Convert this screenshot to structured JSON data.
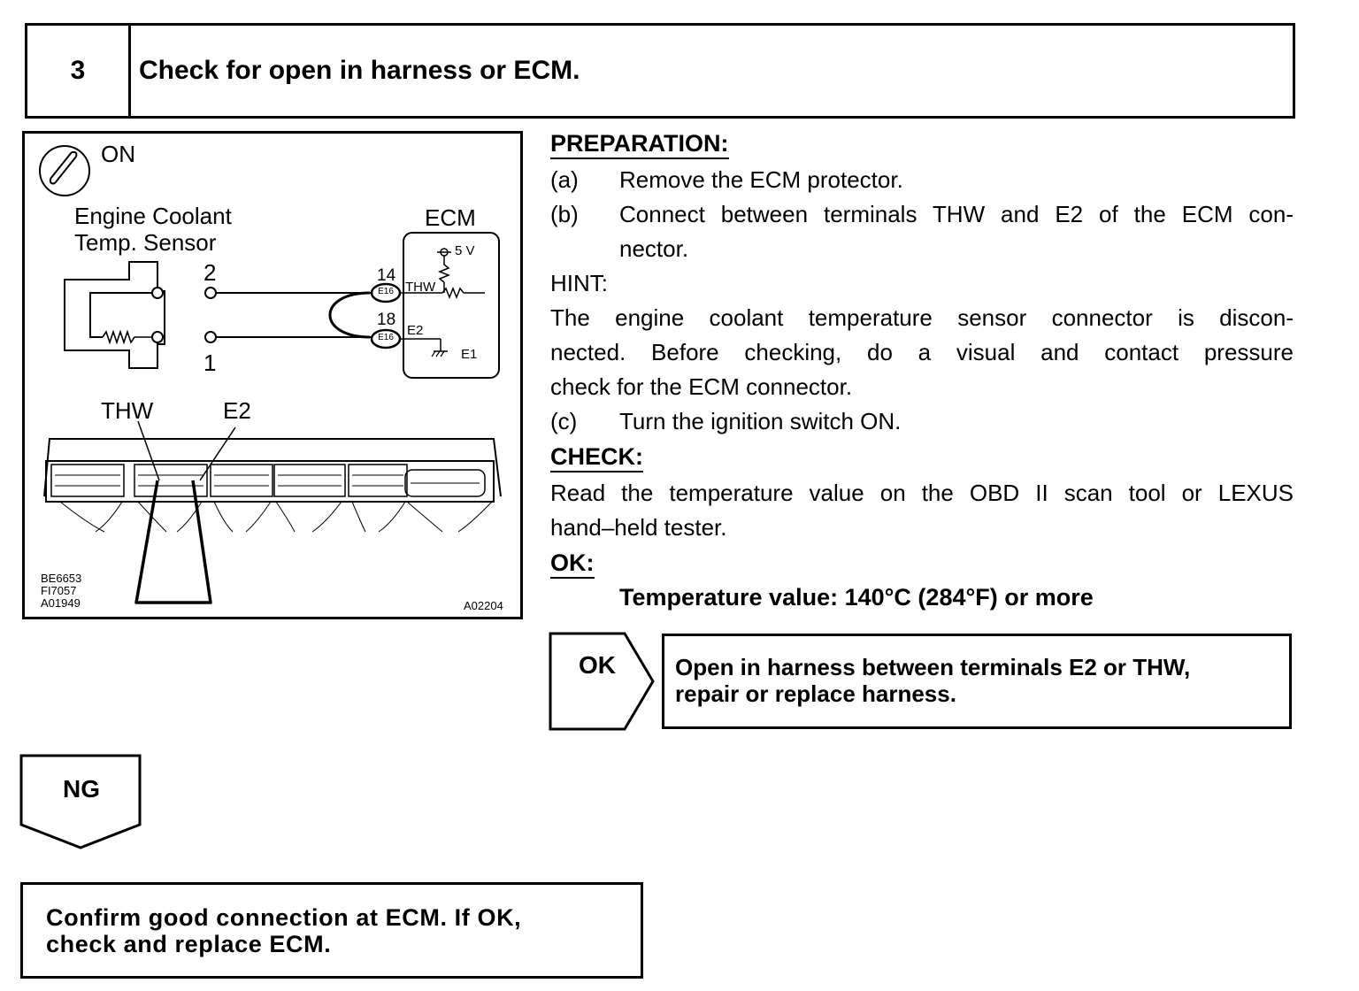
{
  "step": {
    "number": "3",
    "title": "Check for open in harness or ECM."
  },
  "diagram": {
    "ignition_label": "ON",
    "sensor_label_1": "Engine Coolant",
    "sensor_label_2": "Temp. Sensor",
    "ecm_label": "ECM",
    "voltage_label": "5 V",
    "pin_2": "2",
    "pin_1": "1",
    "ecm_pin_14": "14",
    "ecm_pin_18": "18",
    "connector_e16_a": "E16",
    "connector_e16_b": "E16",
    "thw_inner": "THW",
    "e2_inner": "E2",
    "e1_label": "E1",
    "thw_label": "THW",
    "e2_label": "E2",
    "codes": [
      "BE6653",
      "FI7057",
      "A01949"
    ],
    "code_right": "A02204"
  },
  "preparation": {
    "heading": "PREPARATION:",
    "items": [
      {
        "label": "(a)",
        "lines": [
          "Remove the ECM protector."
        ]
      },
      {
        "label": "(b)",
        "lines": [
          "Connect between terminals THW and E2 of the ECM con-",
          "nector."
        ]
      }
    ]
  },
  "hint": {
    "heading": "HINT:",
    "lines": [
      "The engine coolant temperature sensor connector is discon-",
      "nected. Before checking, do a visual and contact pressure",
      "check for the ECM connector."
    ]
  },
  "step_c": {
    "label": "(c)",
    "text": "Turn the ignition switch ON."
  },
  "check": {
    "heading": "CHECK:",
    "lines": [
      "Read the temperature value on the OBD II scan tool or LEXUS",
      "hand–held tester."
    ]
  },
  "ok": {
    "heading": "OK:",
    "spec": "Temperature value: 140°C (284°F) or more"
  },
  "ok_branch": {
    "label": "OK",
    "result_lines": [
      "Open in harness between terminals E2 or THW,",
      "repair or replace harness."
    ]
  },
  "ng_branch": {
    "label": "NG"
  },
  "final": {
    "lines": [
      "Confirm good connection at ECM. If OK,",
      "check and replace ECM."
    ]
  }
}
